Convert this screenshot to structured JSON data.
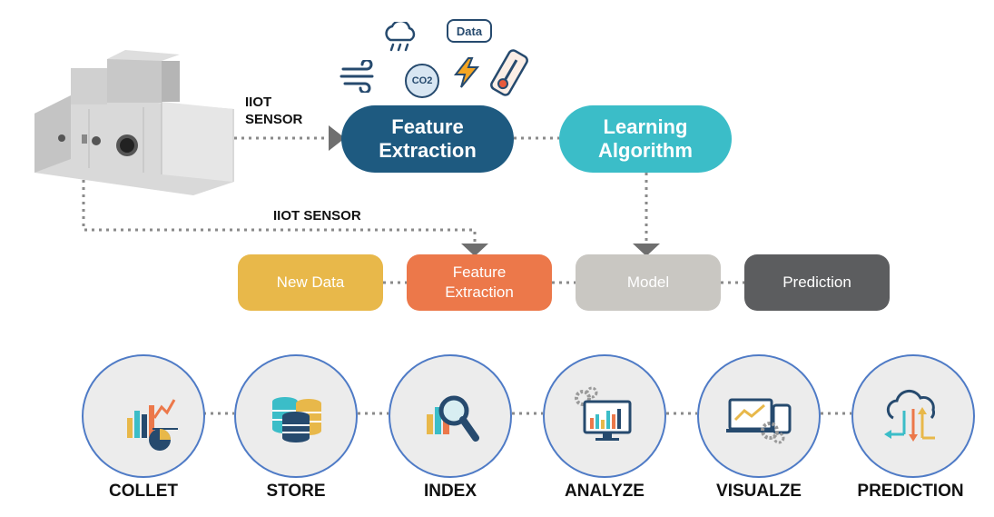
{
  "sensors": {
    "label_top": "IIOT\nSENSOR",
    "label_mid": "IIOT SENSOR"
  },
  "top_flow": {
    "feature_extraction": "Feature\nExtraction",
    "learning_algorithm": "Learning\nAlgorithm"
  },
  "icons_top": {
    "data_badge": "Data",
    "co2_badge": "CO2"
  },
  "middle_flow": {
    "new_data": "New Data",
    "feature_extraction": "Feature\nExtraction",
    "model": "Model",
    "prediction": "Prediction"
  },
  "steps": [
    "COLLET",
    "STORE",
    "INDEX",
    "ANALYZE",
    "VISUALZE",
    "PREDICTION"
  ],
  "colors": {
    "feature_top": "#1e5a80",
    "learning": "#3bbdc8",
    "new_data": "#e8b84a",
    "feature_mid": "#ec784a",
    "model": "#c9c7c2",
    "prediction": "#5c5d5f",
    "circle_border": "#4f7bc6"
  }
}
